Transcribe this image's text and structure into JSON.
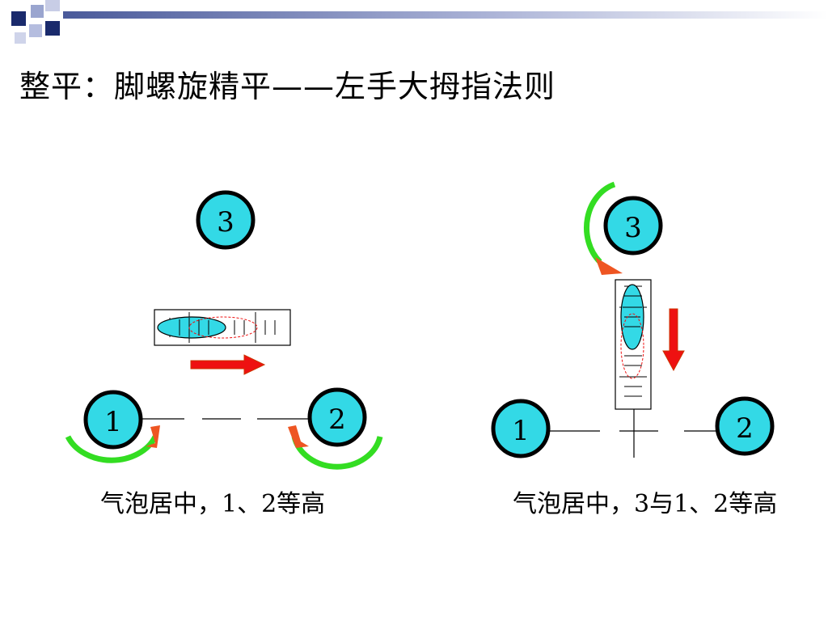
{
  "slide": {
    "title": "整平：脚螺旋精平——左手大拇指法则"
  },
  "colors": {
    "screw_fill": "#33d9e6",
    "screw_ring": "#000000",
    "bubble_fill": "#33d9e6",
    "rotation_arc": "#33dd22",
    "arrow_head": "#ee5522",
    "move_arrow": "#ee1111",
    "corner_navy": "#1a2a6c"
  },
  "left_panel": {
    "screws": {
      "top": "3",
      "bottom_left": "1",
      "bottom_right": "2"
    },
    "caption": "气泡居中，1、2等高"
  },
  "right_panel": {
    "screws": {
      "top": "3",
      "bottom_left": "1",
      "bottom_right": "2"
    },
    "caption": "气泡居中，3与1、2等高"
  }
}
